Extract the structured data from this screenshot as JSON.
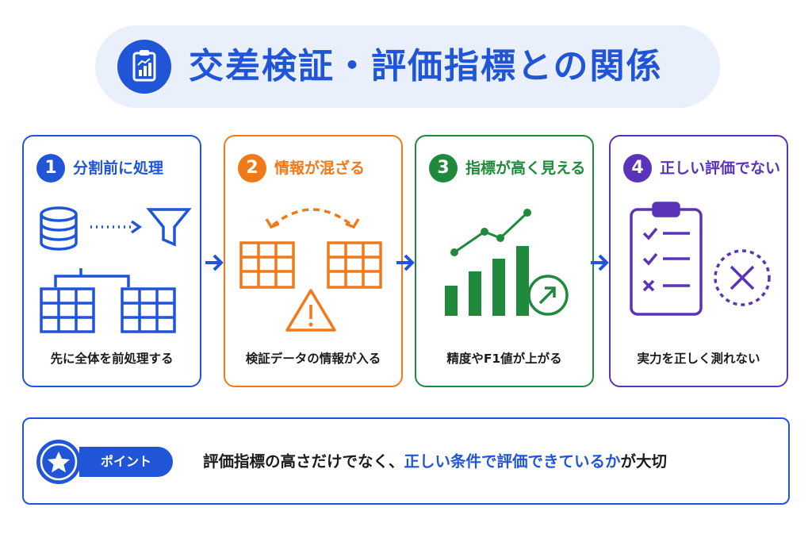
{
  "title": {
    "text": "交差検証・評価指標との関係",
    "icon": "clipboard-chart-icon",
    "color": "#1f55d6"
  },
  "steps": [
    {
      "number": "1",
      "title": "分割前に処理",
      "caption": "先に全体を前処理する",
      "color": "#1f55d6",
      "icon": "database-filter-split-icon"
    },
    {
      "number": "2",
      "title": "情報が混ざる",
      "caption": "検証データの情報が入る",
      "color": "#f07a1a",
      "icon": "tables-swap-warning-icon"
    },
    {
      "number": "3",
      "title": "指標が高く見える",
      "caption": "精度やF1値が上がる",
      "color": "#1f8a3c",
      "icon": "rising-bar-chart-icon"
    },
    {
      "number": "4",
      "title": "正しい評価でない",
      "caption": "実力を正しく測れない",
      "color": "#5b33b8",
      "icon": "checklist-cross-icon"
    }
  ],
  "point": {
    "badge": "ポイント",
    "icon": "star-icon",
    "text_before": "評価指標の高さだけでなく、",
    "text_highlight": "正しい条件で評価できているか",
    "text_after": "が大切"
  }
}
